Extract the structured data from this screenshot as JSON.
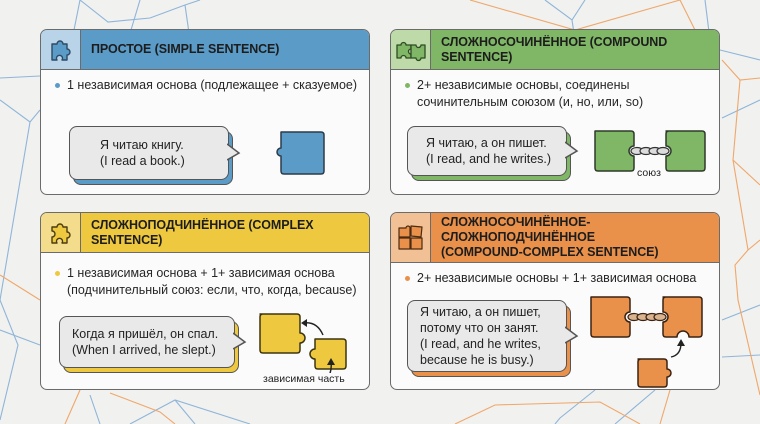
{
  "colors": {
    "simple": "#5b9bc8",
    "simple_light": "#b9d4e8",
    "compound": "#7fb766",
    "compound_light": "#bedaa9",
    "complex": "#eec83f",
    "complex_light": "#f3dd8d",
    "compound_complex": "#e9914a",
    "compound_complex_light": "#f2c095"
  },
  "panels": {
    "simple": {
      "title": "ПРОСТОЕ (SIMPLE SENTENCE)",
      "icon": "puzzle-piece-icon",
      "bullet": "1 независимая основа (подлежащее + сказуемое)",
      "example_ru": "Я читаю книгу.",
      "example_en": "(I read a book.)"
    },
    "compound": {
      "title": "СЛОЖНОСОЧИНЁННОЕ (COMPOUND SENTENCE)",
      "icon": "two-puzzle-pieces-icon",
      "bullet_line1": "2+ независимые основы, соединены",
      "bullet_line2": "сочинительным союзом (и, но, или, so)",
      "example_ru": "Я читаю, а он пишет.",
      "example_en": "(I read, and he writes.)",
      "diagram_label": "союз"
    },
    "complex": {
      "title": "СЛОЖНОПОДЧИНЁННОЕ (COMPLEX SENTENCE)",
      "icon": "puzzle-piece-icon",
      "bullet_line1": "1 независимая основа + 1+ зависимая основа",
      "bullet_line2": "(подчинительный союз: если, что, когда, because)",
      "example_ru": "Когда я пришёл, он спал.",
      "example_en": "(When I arrived, he slept.)",
      "diagram_label": "зависимая часть"
    },
    "compound_complex": {
      "title_line1": "СЛОЖНОСОЧИНЁННОЕ-СЛОЖНОПОДЧИНЁННОЕ",
      "title_line2": "(COMPOUND-COMPLEX SENTENCE)",
      "icon": "puzzle-cluster-icon",
      "bullet": "2+ независимые основы + 1+ зависимая основа",
      "example_line1": "Я читаю, а он пишет,",
      "example_line2": "потому что он занят.",
      "example_line3": "(I read, and he writes,",
      "example_line4": "because he is busy.)"
    }
  }
}
